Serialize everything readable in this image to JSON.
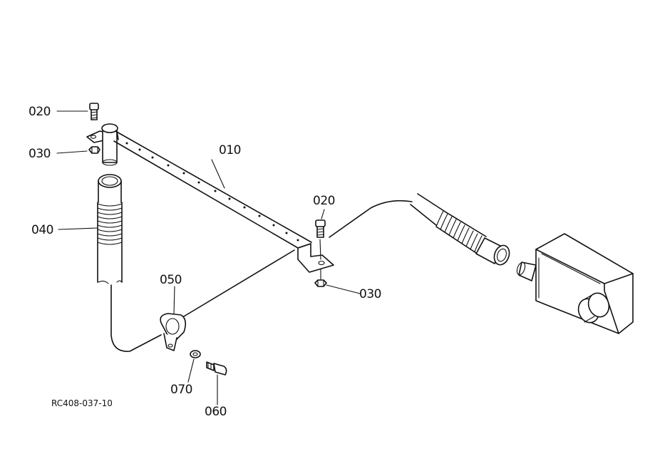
{
  "diagram": {
    "part_labels": {
      "p010": "010",
      "p020_top": "020",
      "p020_mid": "020",
      "p030_top": "030",
      "p030_mid": "030",
      "p040": "040",
      "p050": "050",
      "p060": "060",
      "p070": "070"
    },
    "reference_code": "RC408-037-10"
  }
}
